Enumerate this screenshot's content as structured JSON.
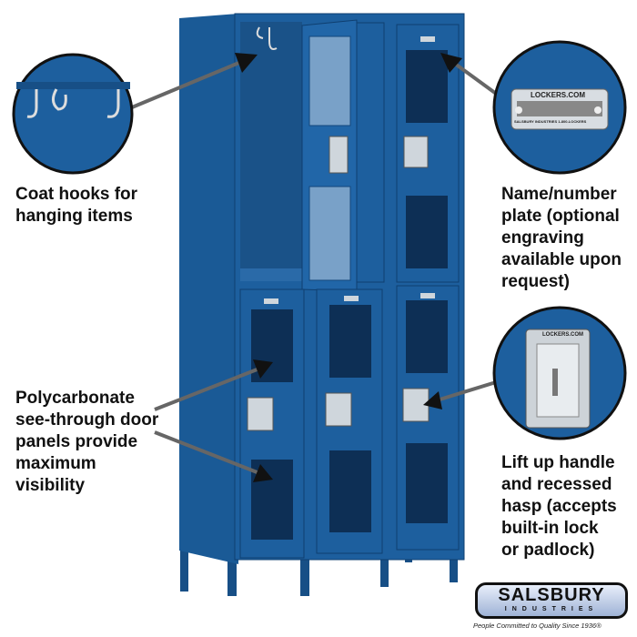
{
  "callouts": {
    "coat_hooks": "Coat hooks for\nhanging items",
    "name_plate": "Name/number\nplate (optional\nengraving\navailable upon\nrequest)",
    "polycarbonate": "Polycarbonate\nsee-through door\npanels provide\nmaximum\nvisibility",
    "handle": "Lift up handle\nand recessed\nhasp (accepts\nbuilt-in lock\nor padlock)"
  },
  "nameplate": {
    "top": "LOCKERS.COM",
    "bottom": "SALSBURY INDUSTRIES   1-800-LOCKERS"
  },
  "handle_plate": "LOCKERS.COM",
  "logo": {
    "brand": "SALSBURY",
    "sub": "INDUSTRIES",
    "tagline": "People Committed to Quality Since 1936®"
  },
  "colors": {
    "locker_blue": "#1d5f9e",
    "dark_blue": "#0f3f70"
  }
}
